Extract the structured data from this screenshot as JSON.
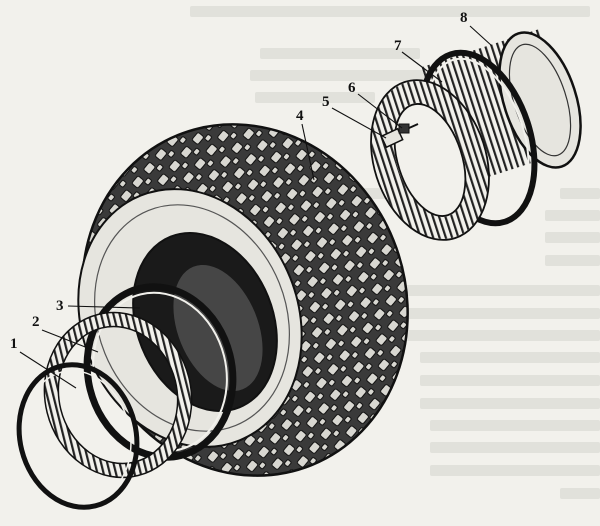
{
  "callouts": [
    {
      "id": "1",
      "label": "1"
    },
    {
      "id": "2",
      "label": "2"
    },
    {
      "id": "3",
      "label": "3"
    },
    {
      "id": "4",
      "label": "4"
    },
    {
      "id": "5",
      "label": "5"
    },
    {
      "id": "6",
      "label": "6"
    },
    {
      "id": "7",
      "label": "7"
    },
    {
      "id": "8",
      "label": "8"
    }
  ],
  "colors": {
    "ink": "#111111",
    "paper": "#f2f1ec",
    "tire": "#3a3a3a",
    "tread": "#d8d7d1"
  }
}
